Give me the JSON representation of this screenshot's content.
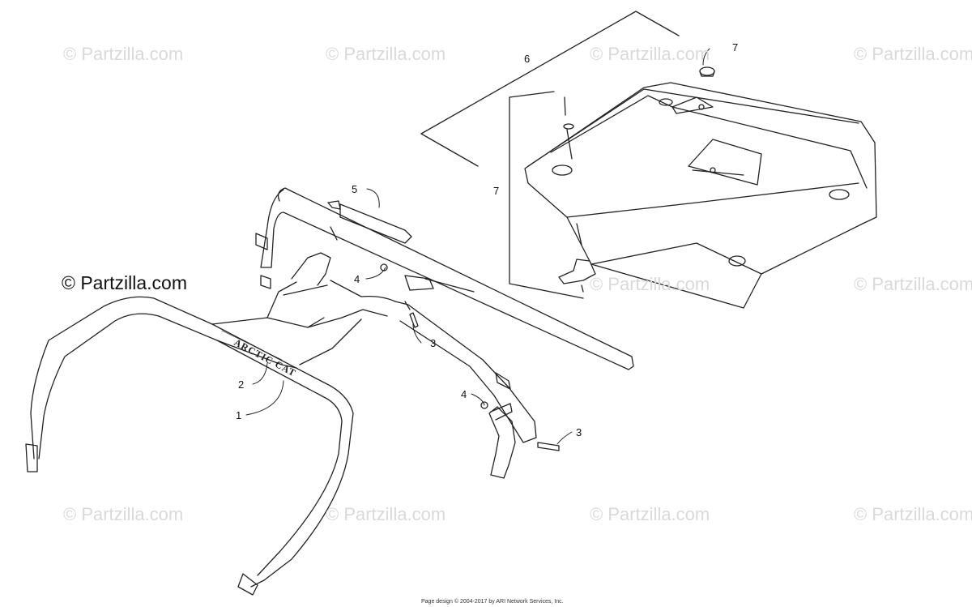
{
  "watermark": "© Partzilla.com",
  "brand_mark": "© Partzilla.com",
  "bar_lettering": "ARCTIC CAT",
  "callouts": [
    "6",
    "7",
    "7",
    "5",
    "4",
    "3",
    "2",
    "1",
    "4",
    "3"
  ],
  "footer": "Page design © 2004-2017 by ARI Network Services, Inc."
}
